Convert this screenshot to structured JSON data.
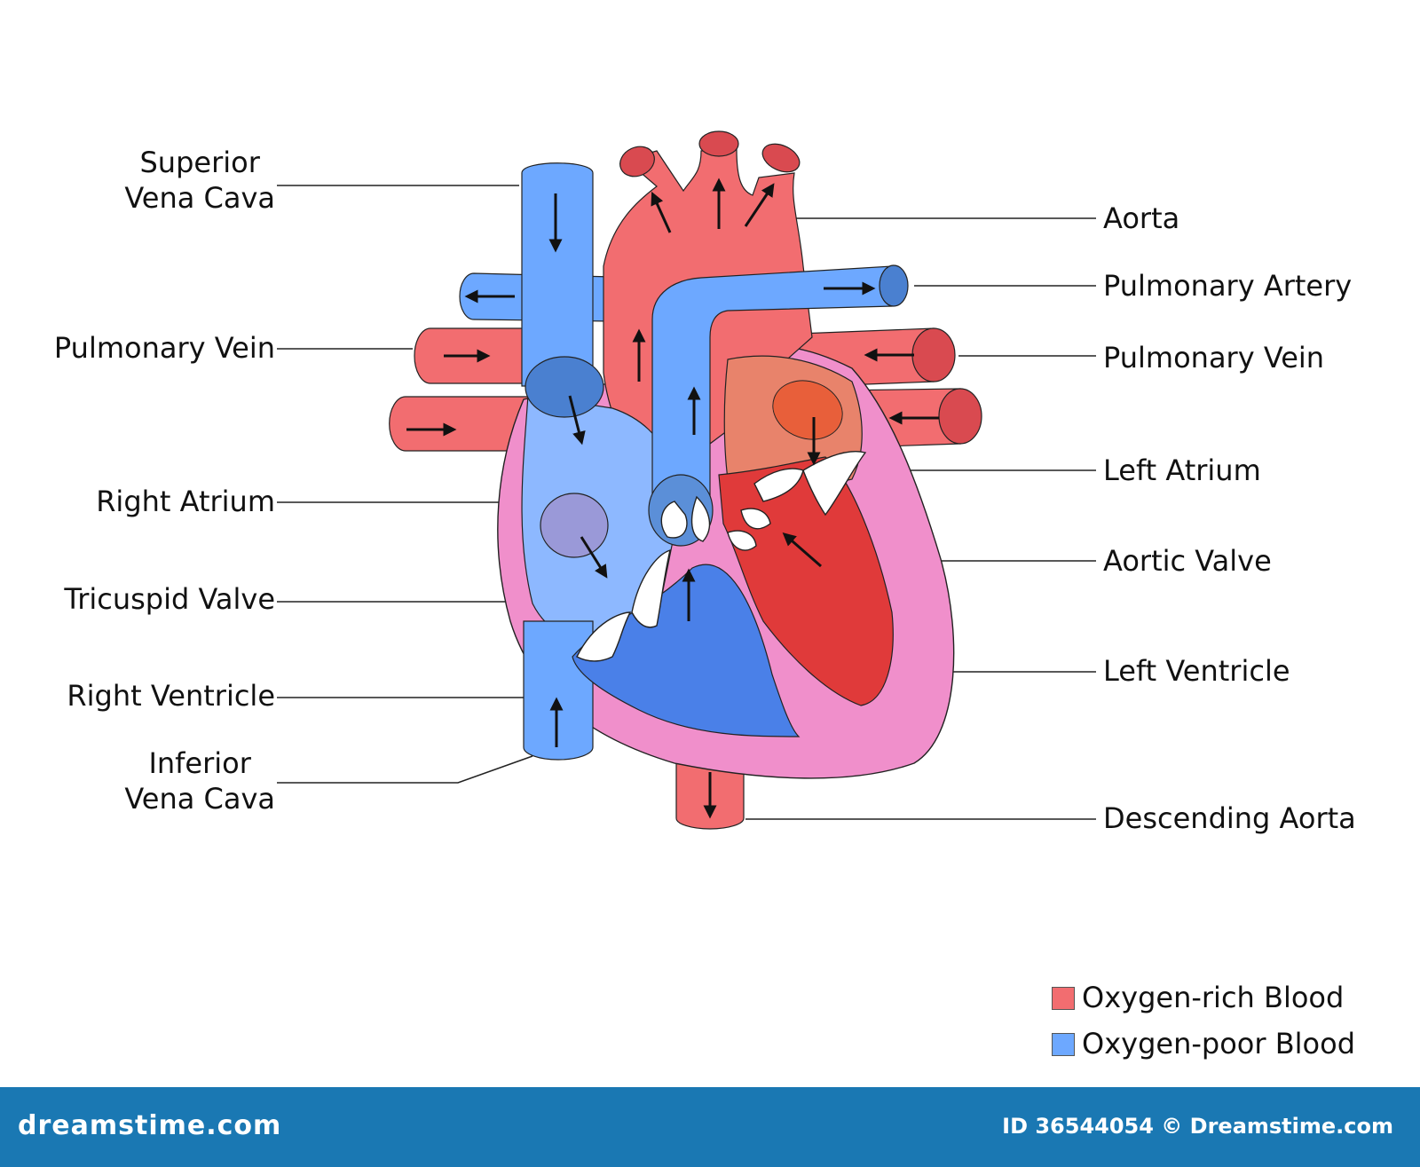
{
  "labels": {
    "superior_vena_cava": [
      "Superior",
      "Vena Cava"
    ],
    "pulmonary_vein_left": "Pulmonary Vein",
    "right_atrium": "Right Atrium",
    "tricuspid_valve": "Tricuspid Valve",
    "right_ventricle": "Right Ventricle",
    "inferior_vena_cava": [
      "Inferior",
      "Vena Cava"
    ],
    "aorta": "Aorta",
    "pulmonary_artery": "Pulmonary Artery",
    "pulmonary_vein_right": "Pulmonary Vein",
    "left_atrium": "Left Atrium",
    "aortic_valve": "Aortic Valve",
    "left_ventricle": "Left Ventricle",
    "descending_aorta": "Descending Aorta"
  },
  "legend": [
    {
      "label": "Oxygen-rich Blood",
      "color": "#f26d70"
    },
    {
      "label": "Oxygen-poor Blood",
      "color": "#6da8ff"
    }
  ],
  "footer": {
    "logo": "dreamstime.com",
    "id_text": "ID 36544054 © Dreamstime.com"
  },
  "colors": {
    "oxygen_rich": "#f26d70",
    "oxygen_rich_dark": "#d94a50",
    "oxygen_poor": "#6da8ff",
    "oxygen_poor_dark": "#4a7fd6",
    "myocardium": "#f08fcb",
    "left_ventricle": "#e03a3a",
    "right_ventricle": "#4a80e8",
    "footer": "#1a78b3"
  }
}
